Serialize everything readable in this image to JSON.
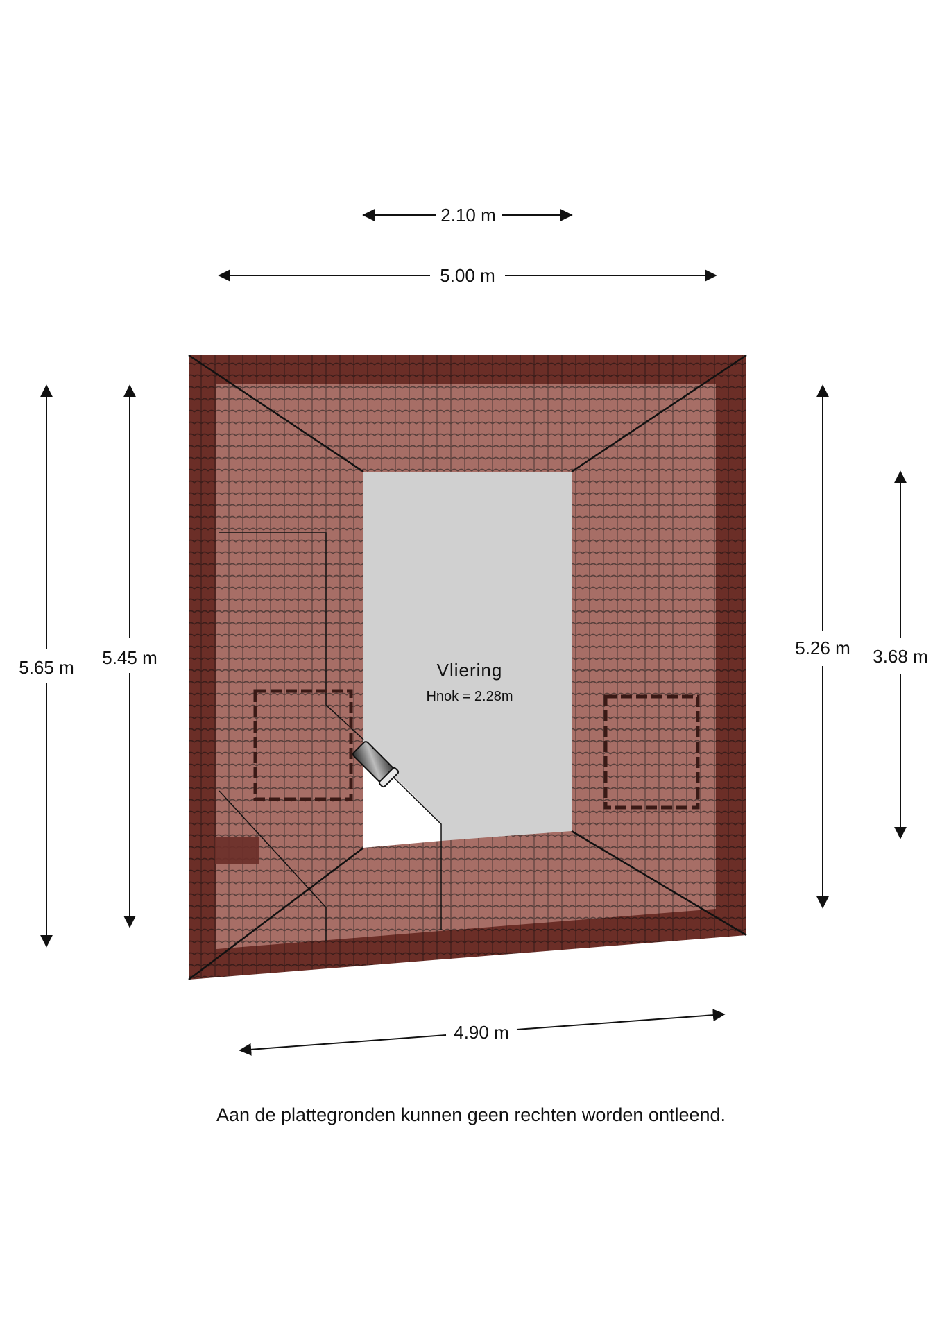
{
  "dimensions": {
    "top_inner": "2.10 m",
    "top_outer": "5.00 m",
    "left_outer": "5.65 m",
    "left_inner": "5.45 m",
    "right_inner": "5.26 m",
    "right_outer": "3.68 m",
    "bottom": "4.90 m"
  },
  "room": {
    "name": "Vliering",
    "ridge_height": "Hnok = 2.28m"
  },
  "disclaimer": "Aan de plattegronden kunnen geen rechten worden ontleend.",
  "colors": {
    "roof_tile": "#9a5a50",
    "roof_dark": "#5e2a24",
    "tile_line": "#4a2d2a",
    "floor": "#d0d0d0"
  }
}
